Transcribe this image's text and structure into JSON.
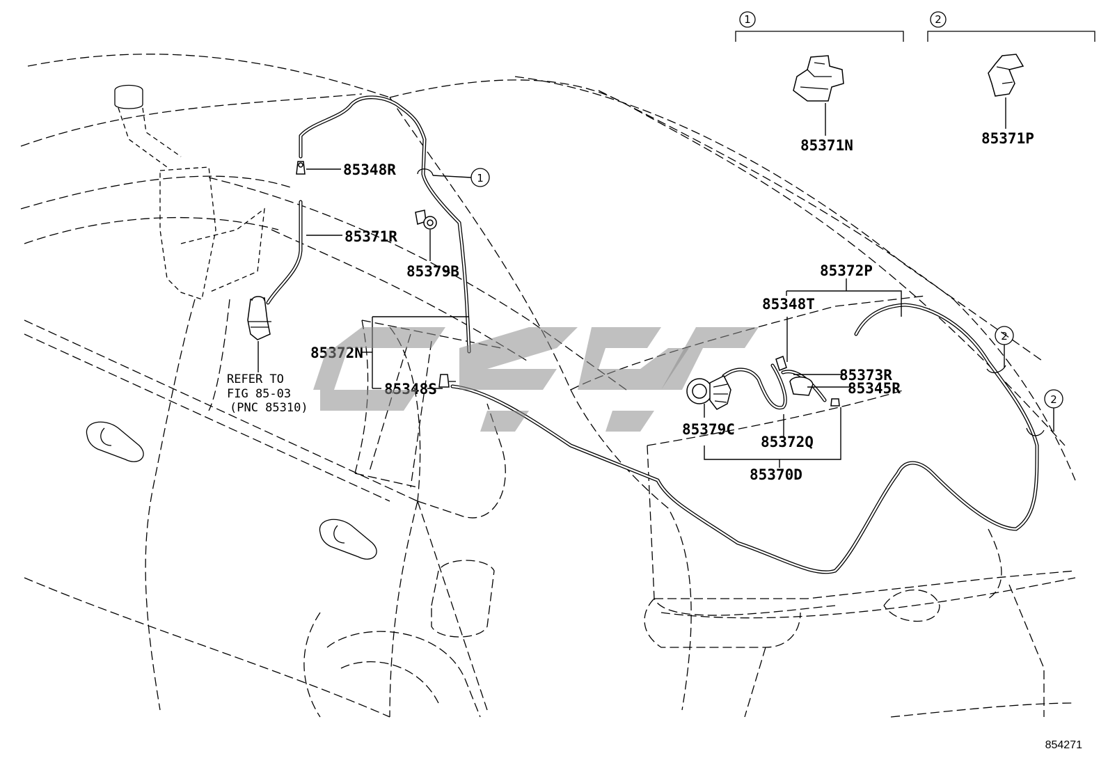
{
  "callouts": {
    "c1": "1",
    "c2": "2"
  },
  "labels": {
    "p85348R": "85348R",
    "p85371R": "85371R",
    "p85379B": "85379B",
    "p85372N": "85372N",
    "p85348S": "85348S",
    "p85371N": "85371N",
    "p85371P": "85371P",
    "p85372P": "85372P",
    "p85348T": "85348T",
    "p85373R": "85373R",
    "p85345R": "85345R",
    "p85379C": "85379C",
    "p85372Q": "85372Q",
    "p85370D": "85370D"
  },
  "reference": {
    "line1": "REFER TO",
    "line2": "FIG 85-03",
    "line3": "(PNC 85310)"
  },
  "figure_number": "854271",
  "colors": {
    "ink": "#000000",
    "watermark": "#8c8c8c"
  }
}
